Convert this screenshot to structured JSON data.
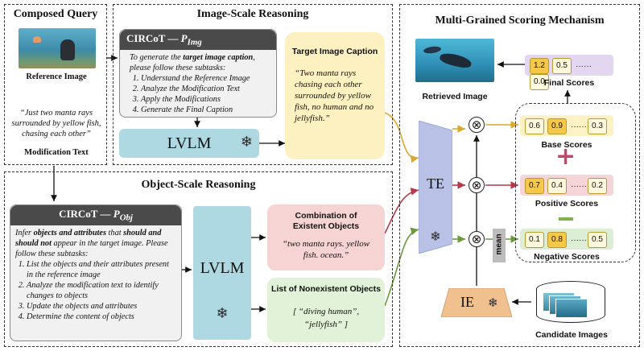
{
  "composed_query": {
    "title": "Composed Query",
    "reference_label": "Reference Image",
    "modification_text": "“Just two manta rays surrounded by yellow fish, chasing each other”",
    "modification_label": "Modification Text"
  },
  "image_scale": {
    "title": "Image-Scale Reasoning",
    "cot_label": "CIRCoT — ",
    "cot_sub": "P",
    "cot_subscript": "Img",
    "intro_a": "To generate the ",
    "intro_bold": "target image caption",
    "intro_b": ", please follow these subtasks:",
    "steps": [
      "Understand the Reference Image",
      "Analyze the Modification Text",
      "Apply the Modifications",
      "Generate the Final Caption"
    ],
    "lvlm": "LVLM",
    "caption_title": "Target Image Caption",
    "caption_text": "“Two manta rays chasing each other surrounded by yellow fish, no human and no jellyfish.”"
  },
  "object_scale": {
    "title": "Object-Scale Reasoning",
    "cot_label": "CIRCoT — ",
    "cot_sub": "P",
    "cot_subscript": "Obj",
    "intro_a": "Infer ",
    "intro_bold1": "objects and attributes",
    "intro_b": " that ",
    "intro_bold2": "should and should not",
    "intro_c": " appear in the target image. Please follow these subtasks:",
    "steps": [
      "List the objects and their attributes present in the reference image",
      "Analyze the modification text to identify changes to objects",
      "Update the objects and attributes",
      "Determine the content of objects"
    ],
    "lvlm": "LVLM",
    "existent_title": "Combination of Existent Objects",
    "existent_text": "“two manta rays. yellow fish. ocean.”",
    "nonexistent_title": "List of Nonexistent Objects",
    "nonexistent_text": "[ “diving human”, “jellyfish” ]"
  },
  "scoring": {
    "title": "Multi-Grained Scoring Mechanism",
    "retrieved_label": "Retrieved Image",
    "te": "TE",
    "ie": "IE",
    "mean": "mean",
    "candidate_label": "Candidate Images",
    "final": {
      "label": "Final Scores",
      "values": [
        "1.2",
        "0.5",
        "0.0"
      ],
      "color": "#e3d6f0"
    },
    "base": {
      "label": "Base Scores",
      "values": [
        "0.6",
        "0.9",
        "0.3"
      ],
      "color": "#fdf2c6"
    },
    "positive": {
      "label": "Positive Scores",
      "values": [
        "0.7",
        "0.4",
        "0.2"
      ],
      "color": "#f6d5d8"
    },
    "negative": {
      "label": "Negative Scores",
      "values": [
        "0.1",
        "0.8",
        "0.5"
      ],
      "color": "#dcefd4"
    },
    "dots": "······",
    "plus": "+",
    "minus": "—"
  },
  "colors": {
    "lvlm": "#aed9e3",
    "te": "#b9c2e6",
    "ie": "#f1c08f",
    "caption": "#fdf1c2",
    "existent": "#f5d4d3",
    "nonexistent": "#e2f2d8",
    "red_arrow": "#b9374a",
    "green_arrow": "#6a9a3a",
    "yellow_arrow": "#e0b93a",
    "plus_color": "#c2476a",
    "minus_color": "#7bb54c"
  },
  "icons": {
    "snowflake": "❄",
    "multiply": "⊗"
  }
}
